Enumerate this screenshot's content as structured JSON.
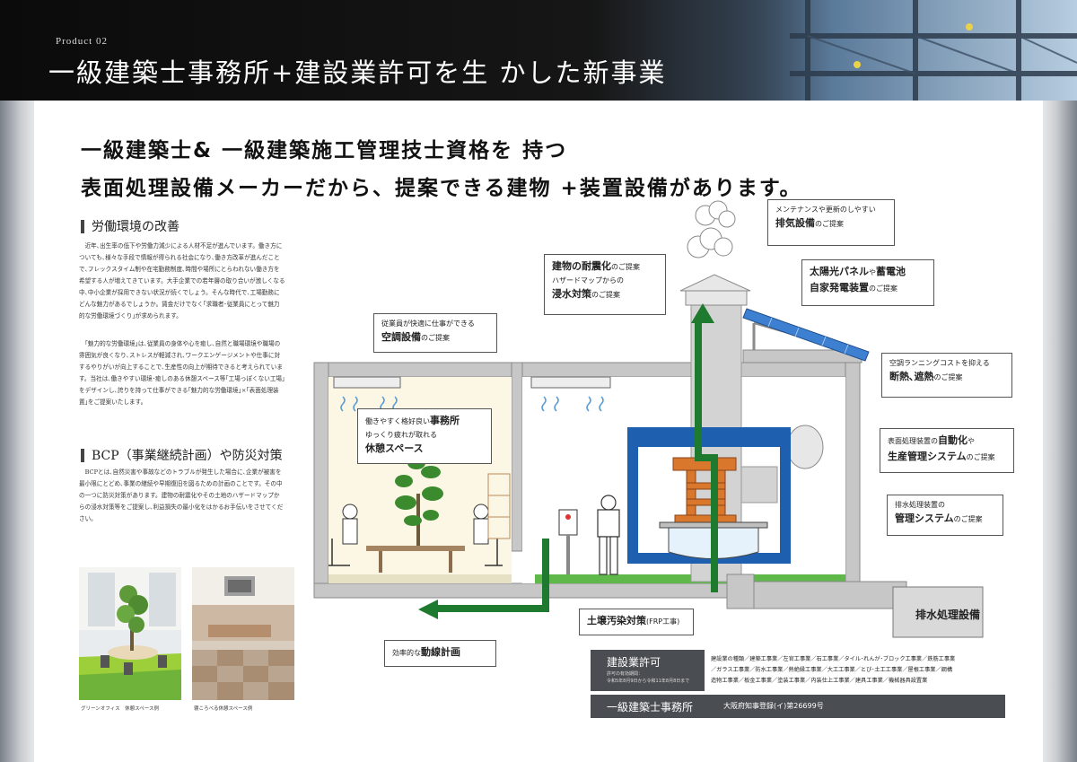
{
  "header": {
    "label": "Product 02",
    "title": "一級建築士事務所+建設業許可を生 かした新事業"
  },
  "headline": {
    "line1": "一級建築士& 一級建築施工管理技士資格を 持つ",
    "line2": "表面処理設備メーカーだから、提案できる建物 +装置設備があります。"
  },
  "sections": {
    "labor": {
      "title": "労働環境の改善",
      "para1": "近年､出生率の低下や労働力減少による人材不足が進んでいます。働き方についても､様々な手段で情報が得られる社会になり､働き方改革が進んだことで､フレックスタイム制や在宅勤務制度､時間や場所にとらわれない働き方を希望する人が増えてきています。大手企業での若年層の取り合いが激しくなる中､中小企業が採用できない状況が続くでしょう。そんな時代で､工場勤務にどんな魅力があるでしょうか。賃金だけでなく｢求職者･従業員にとって魅力的な労働環境づくり｣が求められます。",
      "para2": "｢魅力的な労働環境｣は､従業員の身体や心を癒し､自然と職場環境や職場の雰囲気が良くなり､ストレスが軽減され､ワークエンゲージメントや仕事に対するやりがいが向上することで､生産性の向上が期待できると考えられています。当社は､働きやすい環境･癒しのある休憩スペース等｢工場っぽくない工場｣をデザインし､誇りを持って仕事ができる｢魅力的な労働環境｣×｢表面処理装置｣をご提案いたします。"
    },
    "bcp": {
      "title": "BCP（事業継続計画）や防災対策",
      "para": "BCPとは､自然災害や事故などのトラブルが発生した場合に､企業が被害を最小限にとどめ､事業の継続や早期復旧を図るための計画のことです。その中の一つに防災対策があります。建物の耐震化やその土地のハザードマップからの浸水対策等をご提案し､利益損失の最小化をはかるお手伝いをさせてください。"
    }
  },
  "photos": {
    "left_caption": "グリーンオフィス　休憩スペース例",
    "right_caption": "寝ころべる休憩スペース例"
  },
  "callouts": {
    "exhaust": {
      "small": "メンテナンスや更新のしやすい",
      "large": "排気設備",
      "suffix": "のご提案"
    },
    "seismic": {
      "large1": "建物の耐震化",
      "suffix1": "のご提案",
      "small": "ハザードマップからの",
      "large2": "浸水対策",
      "suffix2": "のご提案"
    },
    "solar": {
      "line1": "太陽光パネル",
      "mid": "や",
      "line1b": "蓄電池",
      "line2": "自家発電装置",
      "suffix": "のご提案"
    },
    "aircon": {
      "small": "従業員が快適に仕事ができる",
      "large": "空調設備",
      "suffix": "のご提案"
    },
    "insulation": {
      "small": "空調ランニングコストを抑える",
      "large": "断熱､遮熱",
      "suffix": "のご提案"
    },
    "office": {
      "small1": "働きやすく格好良い",
      "large1": "事務所",
      "small2": "ゆっくり疲れが取れる",
      "large2": "休憩スペース"
    },
    "automation": {
      "small": "表面処理装置の",
      "large1": "自動化",
      "mid": "や",
      "large2": "生産管理システム",
      "suffix": "のご提案"
    },
    "drainage_sys": {
      "small": "排水処理装置の",
      "large": "管理システム",
      "suffix": "のご提案"
    },
    "soil": {
      "large": "土壌汚染対策",
      "small": "(FRP工事)"
    },
    "flow": {
      "small": "効率的な",
      "large": "動線計画"
    },
    "drainage": {
      "label": "排水処理設備"
    }
  },
  "license": {
    "title": "建設業許可",
    "period_label": "許可の有効期間：",
    "period": "令和5年8月9日から令和11年8月8日まで",
    "types_line1": "建設業の種類／建築工事業／左官工事業／石工事業／タイル･れんが･ブロック工事業／鉄筋工事業",
    "types_line2": "／ガラス工事業／防水工事業／熱絶縁工事業／大工工事業／とび･土工工事業／屋根工事業／鋼構",
    "types_line3": "造物工事業／板金工事業／塗装工事業／内装仕上工事業／建具工事業／機械器具設置業",
    "office_title": "一級建築士事務所",
    "office_reg": "大阪府知事登録(イ)第26699号"
  },
  "colors": {
    "pipe_green": "#1e7a2e",
    "building_grey": "#c7c7c7",
    "equipment_blue": "#1f5fb0",
    "machine_orange": "#d9782c",
    "ground_green": "#5fb84a"
  }
}
